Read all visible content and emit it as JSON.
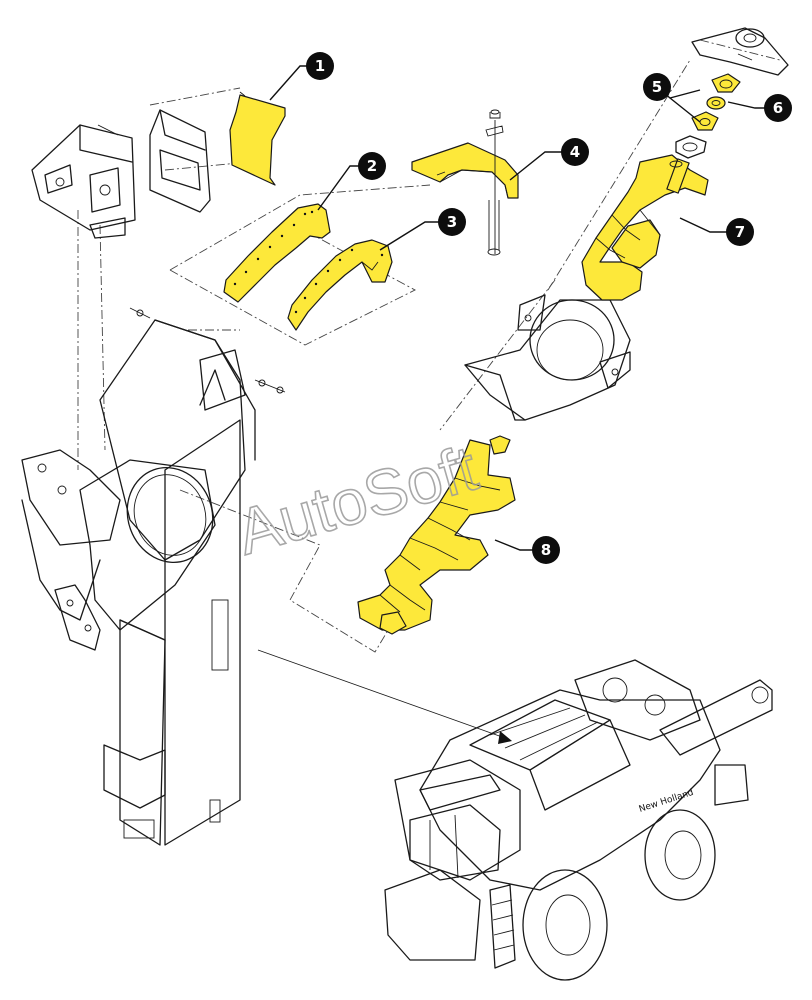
{
  "watermark": "AutoSoft",
  "colors": {
    "highlight": "#fde83a",
    "ink": "#1a1a1a",
    "callout": "#0d0d0d"
  },
  "callouts": [
    {
      "id": "callout-1",
      "label": "1"
    },
    {
      "id": "callout-2",
      "label": "2"
    },
    {
      "id": "callout-3",
      "label": "3"
    },
    {
      "id": "callout-4",
      "label": "4"
    },
    {
      "id": "callout-5",
      "label": "5"
    },
    {
      "id": "callout-6",
      "label": "6"
    },
    {
      "id": "callout-7",
      "label": "7"
    },
    {
      "id": "callout-8",
      "label": "8"
    }
  ]
}
